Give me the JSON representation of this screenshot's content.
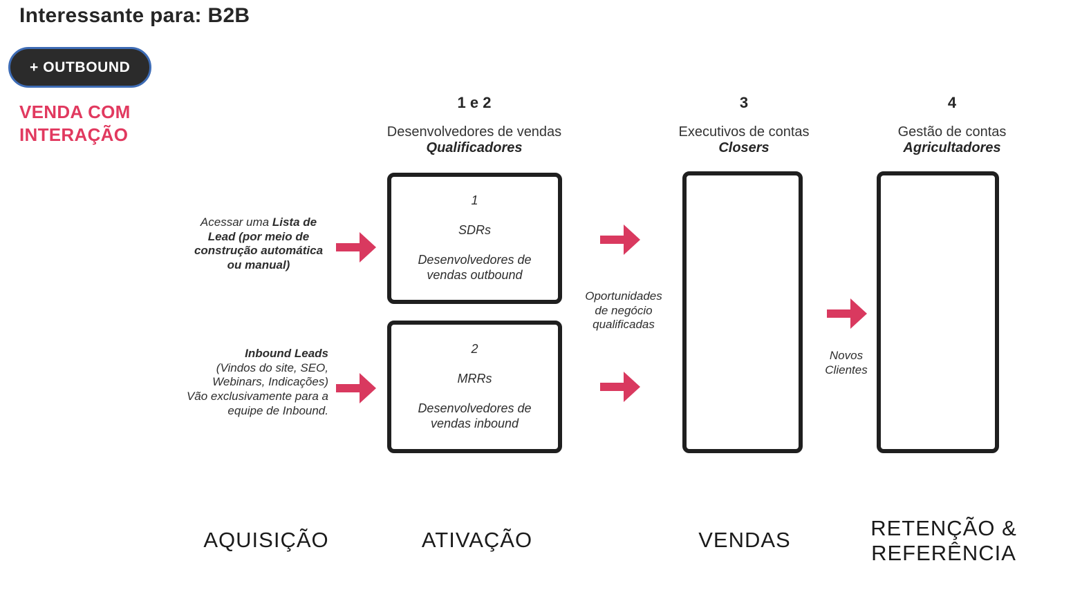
{
  "colors": {
    "accent_pink": "#D9395F",
    "subtitle_pink": "#E1395F",
    "box_border": "#1F1F1F",
    "button_bg": "#2B2B2B",
    "button_outline": "#3E6CB5"
  },
  "header": {
    "title": "Interessante para: B2B",
    "outbound_button": "+ OUTBOUND",
    "subtitle": "VENDA COM\nINTERAÇÃO"
  },
  "columns": [
    {
      "number": "1 e 2",
      "label": "Desenvolvedores de vendas",
      "role": "Qualificadores"
    },
    {
      "number": "3",
      "label": "Executivos de contas",
      "role": "Closers"
    },
    {
      "number": "4",
      "label": "Gestão de contas",
      "role": "Agricultadores"
    }
  ],
  "boxes": [
    {
      "number": "1",
      "acronym": "SDRs",
      "description": "Desenvolvedores de\nvendas outbound"
    },
    {
      "number": "2",
      "acronym": "MRRs",
      "description": "Desenvolvedores de\nvendas inbound"
    }
  ],
  "annotations": {
    "lead_list_prefix": "Acessar uma ",
    "lead_list_bold": "Lista de\nLead (por meio de\nconstrução automática\nou manual)",
    "inbound_bold": "Inbound Leads",
    "inbound_rest": "\n(Vindos do site, SEO,\nWebinars, Indicações)\nVão exclusivamente para a\nequipe de Inbound.",
    "qualified_opportunities": "Oportunidades\nde negócio\nqualificadas",
    "new_clients": "Novos\nClientes"
  },
  "stages": [
    "AQUISIÇÃO",
    "ATIVAÇÃO",
    "VENDAS",
    "RETENÇÃO &\nREFERÊNCIA"
  ]
}
